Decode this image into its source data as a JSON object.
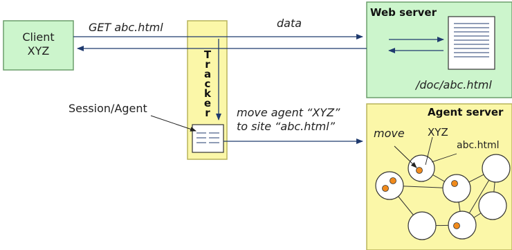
{
  "client": {
    "line1": "Client",
    "line2": "XYZ"
  },
  "tracker": {
    "letters": [
      "T",
      "r",
      "a",
      "c",
      "k",
      "e",
      "r"
    ]
  },
  "web_server": {
    "title": "Web server",
    "doc_path": "/doc/abc.html"
  },
  "agent_server": {
    "title": "Agent server",
    "move_label": "move",
    "agent_label": "XYZ",
    "site_label": "abc.html"
  },
  "labels": {
    "get_request": "GET abc.html",
    "data": "data",
    "session_agent": "Session/Agent",
    "move_instruction_line1": "move agent “XYZ”",
    "move_instruction_line2": "to site “abc.html”"
  },
  "colors": {
    "client_fill": "#ccf5cc",
    "client_border": "#6b9e6b",
    "tracker_fill": "#fbf7a8",
    "tracker_border": "#b8b35a",
    "server_fill": "#ccf5cc",
    "agent_fill": "#fbf7a8",
    "arrow": "#1f3a6e",
    "agent_dot": "#f08a1c"
  }
}
